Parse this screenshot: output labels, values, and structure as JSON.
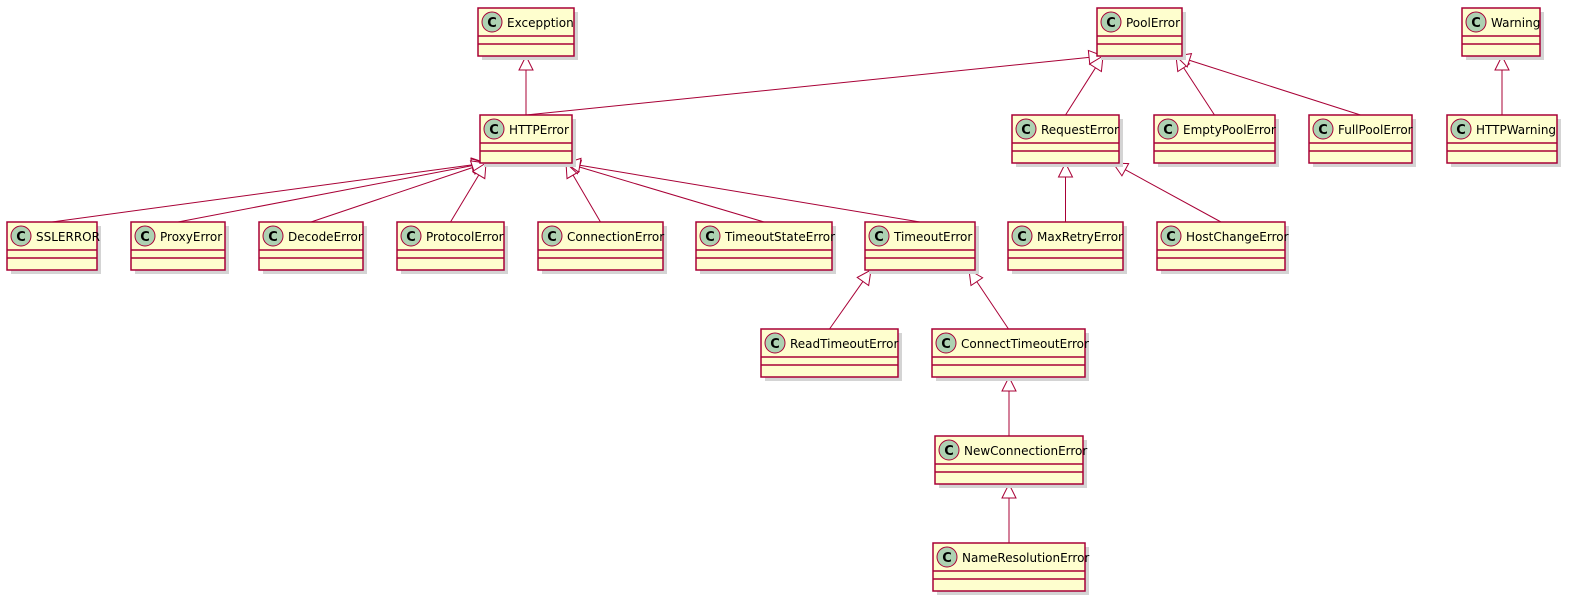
{
  "colors": {
    "box_fill": "#FEFECE",
    "box_stroke": "#A80036",
    "edge_stroke": "#A80036",
    "circle_fill": "#ADD1B2",
    "circle_stroke": "#A80036",
    "shadow": "#D4D4D4"
  },
  "icons": {
    "class_marker": "class-c-circle-icon",
    "inheritance_arrow": "hollow-triangle-arrow"
  },
  "class_glyph": "C",
  "classes": [
    {
      "id": "excepption",
      "name": "Excepption"
    },
    {
      "id": "poolerror",
      "name": "PoolError"
    },
    {
      "id": "warning",
      "name": "Warning"
    },
    {
      "id": "httperror",
      "name": "HTTPError"
    },
    {
      "id": "requesterror",
      "name": "RequestError"
    },
    {
      "id": "emptypoolerror",
      "name": "EmptyPoolError"
    },
    {
      "id": "fullpoolerror",
      "name": "FullPoolError"
    },
    {
      "id": "httpwarning",
      "name": "HTTPWarning"
    },
    {
      "id": "sslerror",
      "name": "SSLERROR"
    },
    {
      "id": "proxyerror",
      "name": "ProxyError"
    },
    {
      "id": "decodeerror",
      "name": "DecodeError"
    },
    {
      "id": "protocolerror",
      "name": "ProtocolError"
    },
    {
      "id": "connectionerror",
      "name": "ConnectionError"
    },
    {
      "id": "timeoutstateerror",
      "name": "TimeoutStateError"
    },
    {
      "id": "timeouterror",
      "name": "TimeoutError"
    },
    {
      "id": "maxretryerror",
      "name": "MaxRetryError"
    },
    {
      "id": "hostchangeerror",
      "name": "HostChangeError"
    },
    {
      "id": "readtimeouterror",
      "name": "ReadTimeoutError"
    },
    {
      "id": "connecttimeouterror",
      "name": "ConnectTimeoutError"
    },
    {
      "id": "newconnectionerror",
      "name": "NewConnectionError"
    },
    {
      "id": "nameresolutionerror",
      "name": "NameResolutionError"
    }
  ],
  "inheritance": [
    {
      "child": "httperror",
      "parent": "excepption"
    },
    {
      "child": "httperror",
      "parent": "poolerror"
    },
    {
      "child": "requesterror",
      "parent": "poolerror"
    },
    {
      "child": "emptypoolerror",
      "parent": "poolerror"
    },
    {
      "child": "fullpoolerror",
      "parent": "poolerror"
    },
    {
      "child": "httpwarning",
      "parent": "warning"
    },
    {
      "child": "sslerror",
      "parent": "httperror"
    },
    {
      "child": "proxyerror",
      "parent": "httperror"
    },
    {
      "child": "decodeerror",
      "parent": "httperror"
    },
    {
      "child": "protocolerror",
      "parent": "httperror"
    },
    {
      "child": "connectionerror",
      "parent": "httperror"
    },
    {
      "child": "timeoutstateerror",
      "parent": "httperror"
    },
    {
      "child": "timeouterror",
      "parent": "httperror"
    },
    {
      "child": "maxretryerror",
      "parent": "requesterror"
    },
    {
      "child": "hostchangeerror",
      "parent": "requesterror"
    },
    {
      "child": "readtimeouterror",
      "parent": "timeouterror"
    },
    {
      "child": "connecttimeouterror",
      "parent": "timeouterror"
    },
    {
      "child": "newconnectionerror",
      "parent": "connecttimeouterror"
    },
    {
      "child": "nameresolutionerror",
      "parent": "newconnectionerror"
    }
  ]
}
